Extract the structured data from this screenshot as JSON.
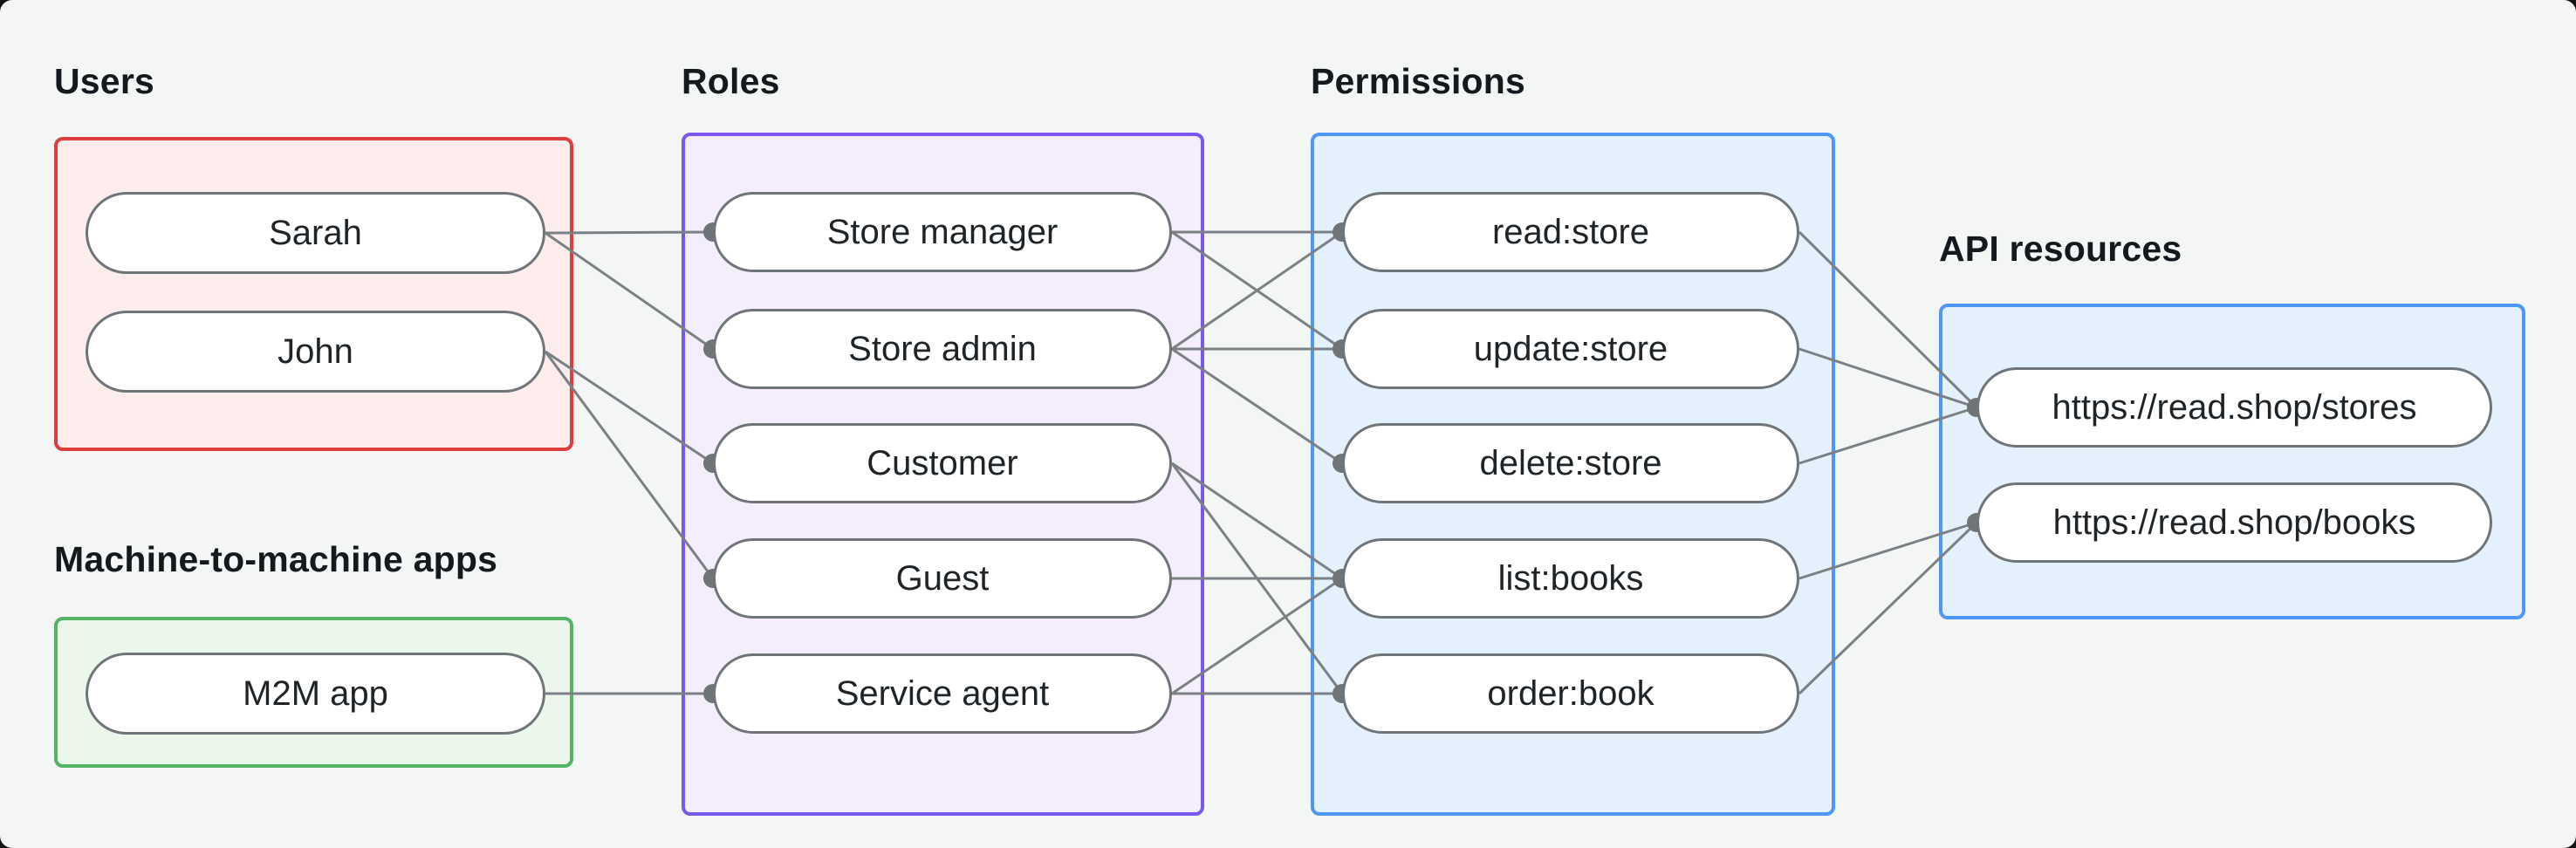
{
  "diagram": {
    "background": "#f4f6f6",
    "outer_background": "#161616",
    "line_color": "#7b8084",
    "dot_color": "#6e7478",
    "node_border_color": "#6e7478",
    "node_fill": "#ffffff",
    "node_text_color": "#1f2428",
    "title_color": "#15191d"
  },
  "groups": [
    {
      "id": "users",
      "label": "Users",
      "border": "#dd3e3e",
      "fill": "#fcedec"
    },
    {
      "id": "m2m",
      "label": "Machine-to-machine apps",
      "border": "#55b364",
      "fill": "#ecf7ec"
    },
    {
      "id": "roles",
      "label": "Roles",
      "border": "#7a58f0",
      "fill": "#f4eefc"
    },
    {
      "id": "permissions",
      "label": "Permissions",
      "border": "#4f97f6",
      "fill": "#e4f0fc"
    },
    {
      "id": "api",
      "label": "API resources",
      "border": "#4f97f6",
      "fill": "#e4f0fc"
    }
  ],
  "nodes": [
    {
      "id": "sarah",
      "label": "Sarah",
      "group": "users"
    },
    {
      "id": "john",
      "label": "John",
      "group": "users"
    },
    {
      "id": "m2m_app",
      "label": "M2M app",
      "group": "m2m"
    },
    {
      "id": "store_manager",
      "label": "Store manager",
      "group": "roles"
    },
    {
      "id": "store_admin",
      "label": "Store admin",
      "group": "roles"
    },
    {
      "id": "customer",
      "label": "Customer",
      "group": "roles"
    },
    {
      "id": "guest",
      "label": "Guest",
      "group": "roles"
    },
    {
      "id": "service_agent",
      "label": "Service agent",
      "group": "roles"
    },
    {
      "id": "read_store",
      "label": "read:store",
      "group": "permissions"
    },
    {
      "id": "update_store",
      "label": "update:store",
      "group": "permissions"
    },
    {
      "id": "delete_store",
      "label": "delete:store",
      "group": "permissions"
    },
    {
      "id": "list_books",
      "label": "list:books",
      "group": "permissions"
    },
    {
      "id": "order_book",
      "label": "order:book",
      "group": "permissions"
    },
    {
      "id": "stores_api",
      "label": "https://read.shop/stores",
      "group": "api"
    },
    {
      "id": "books_api",
      "label": "https://read.shop/books",
      "group": "api"
    }
  ],
  "edges": [
    {
      "from": "sarah",
      "to": "store_manager"
    },
    {
      "from": "sarah",
      "to": "store_admin"
    },
    {
      "from": "john",
      "to": "customer"
    },
    {
      "from": "john",
      "to": "guest"
    },
    {
      "from": "m2m_app",
      "to": "service_agent"
    },
    {
      "from": "store_manager",
      "to": "read_store"
    },
    {
      "from": "store_manager",
      "to": "update_store"
    },
    {
      "from": "store_admin",
      "to": "read_store"
    },
    {
      "from": "store_admin",
      "to": "update_store"
    },
    {
      "from": "store_admin",
      "to": "delete_store"
    },
    {
      "from": "customer",
      "to": "list_books"
    },
    {
      "from": "customer",
      "to": "order_book"
    },
    {
      "from": "guest",
      "to": "list_books"
    },
    {
      "from": "service_agent",
      "to": "list_books"
    },
    {
      "from": "service_agent",
      "to": "order_book"
    },
    {
      "from": "read_store",
      "to": "stores_api"
    },
    {
      "from": "update_store",
      "to": "stores_api"
    },
    {
      "from": "delete_store",
      "to": "stores_api"
    },
    {
      "from": "list_books",
      "to": "books_api"
    },
    {
      "from": "order_book",
      "to": "books_api"
    }
  ]
}
